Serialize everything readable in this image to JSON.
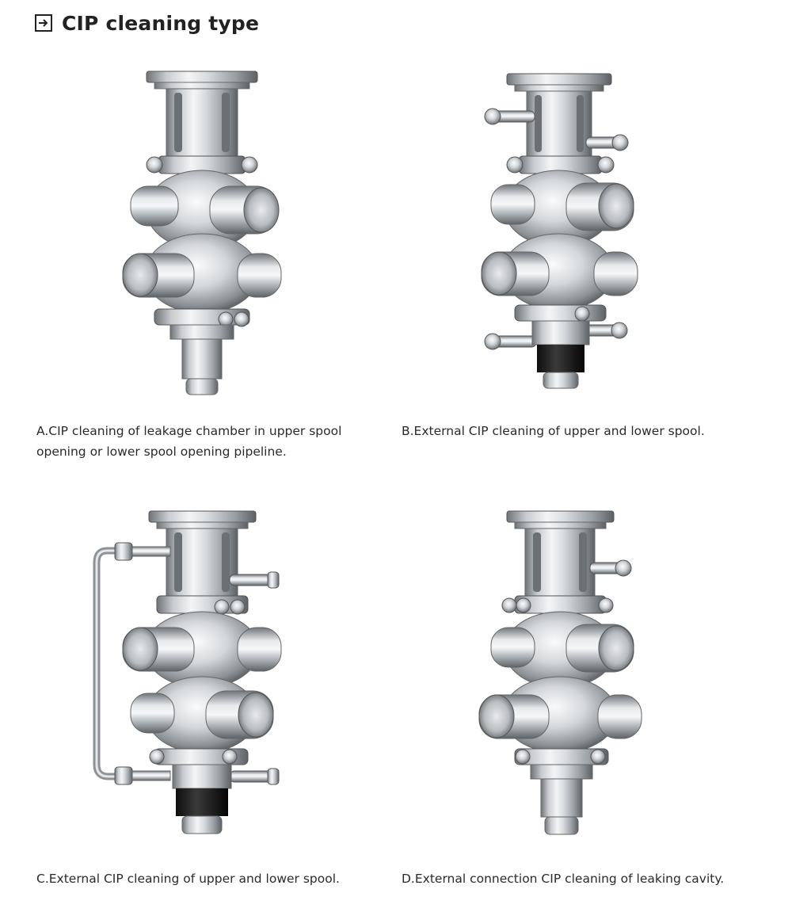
{
  "header": {
    "title": "CIP cleaning type",
    "icon": "arrow-right-boxed-icon"
  },
  "panels": [
    {
      "id": "A",
      "caption": "A.CIP cleaning of leakage chamber in upper spool opening or lower spool opening pipeline."
    },
    {
      "id": "B",
      "caption": "B.External CIP cleaning of upper and lower spool."
    },
    {
      "id": "C",
      "caption": "C.External CIP cleaning of upper and lower spool."
    },
    {
      "id": "D",
      "caption": "D.External connection CIP cleaning of leaking cavity."
    }
  ]
}
